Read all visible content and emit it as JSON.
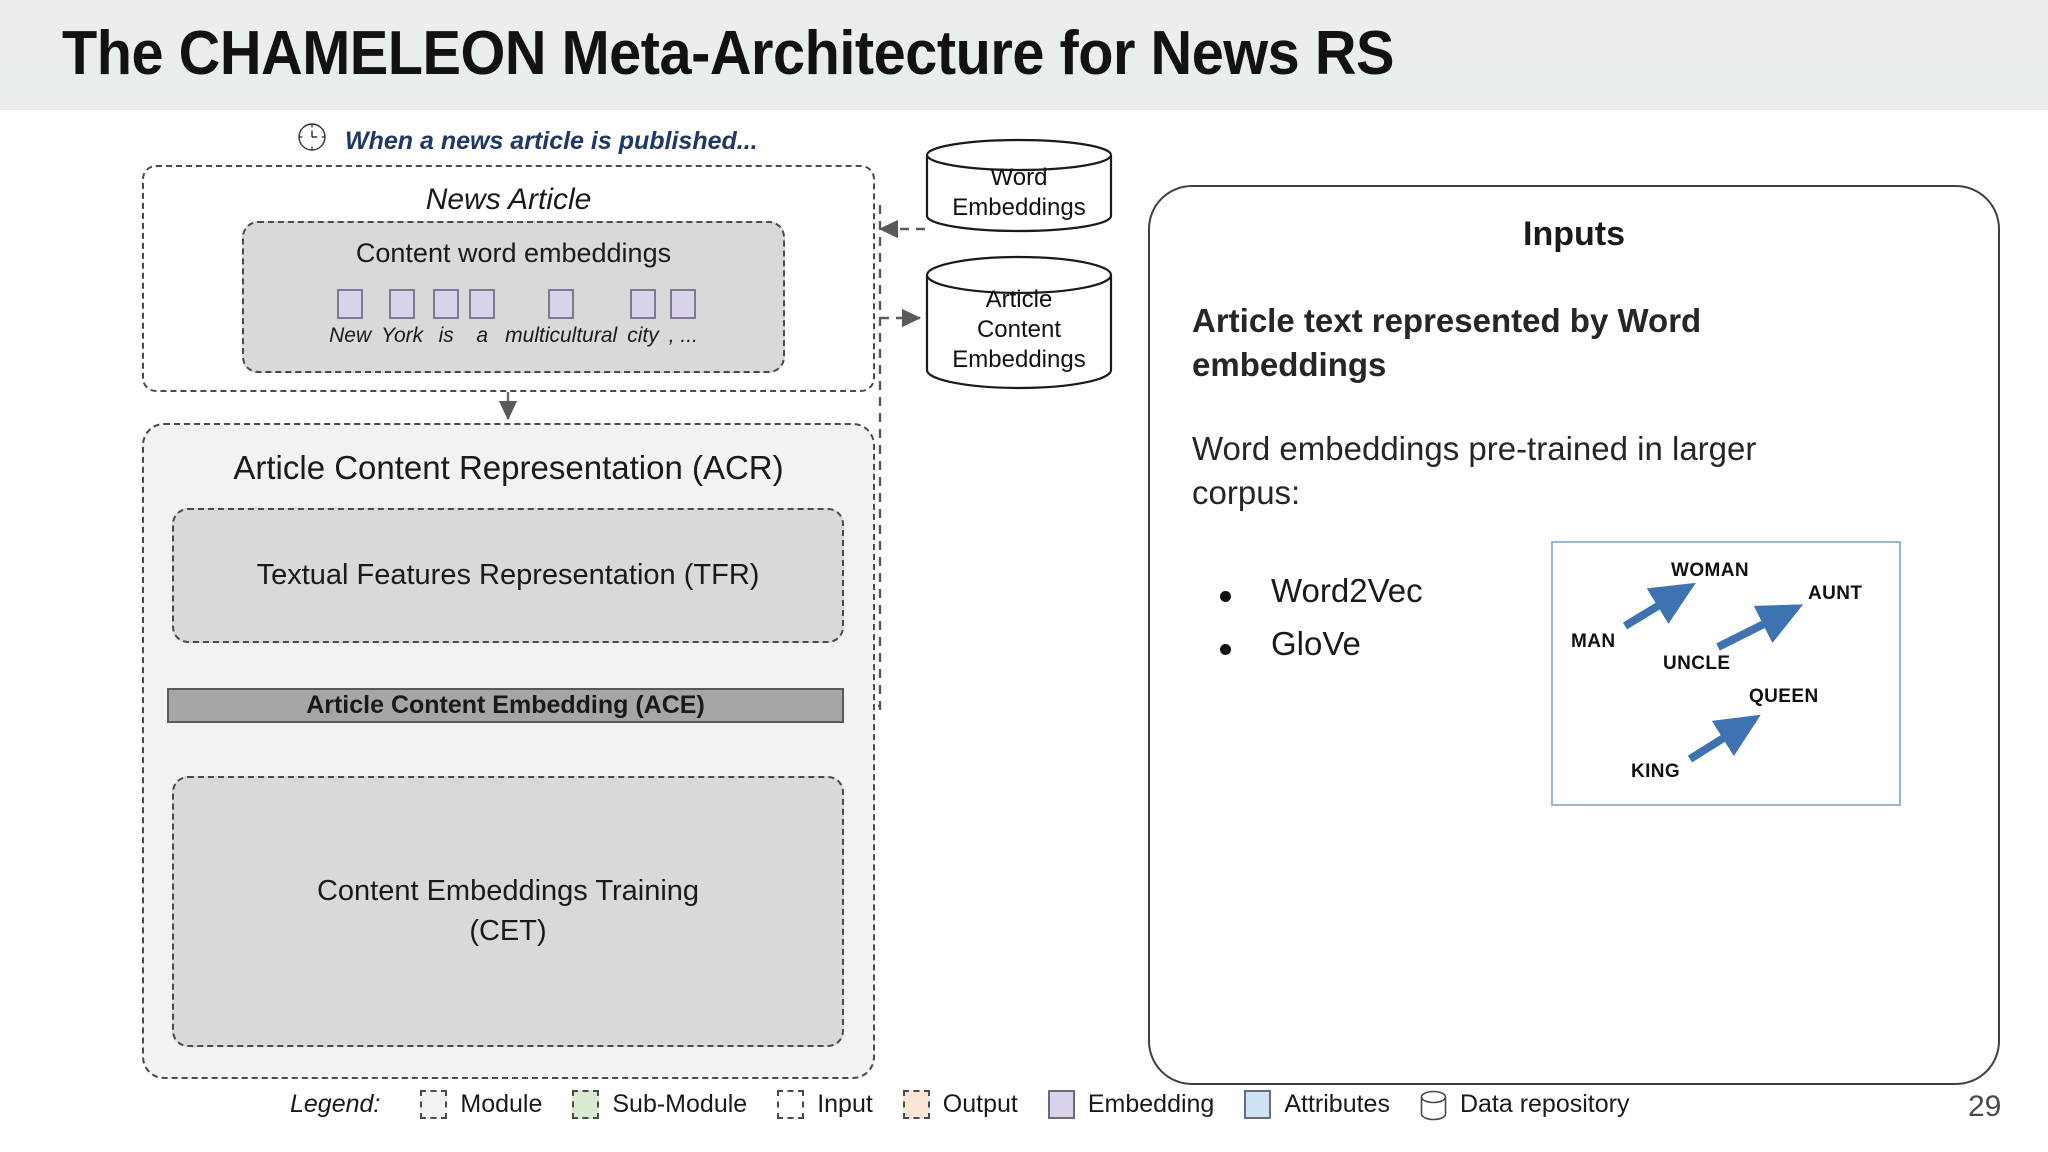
{
  "header": {
    "title": "The CHAMELEON Meta-Architecture for News RS",
    "background_color": "#e9eeec"
  },
  "timeline_note": {
    "icon": "clock-icon",
    "text": "When a news article is published...",
    "color": "#1f3864"
  },
  "diagram": {
    "news_article": {
      "title": "News Article",
      "content_word_embeddings": {
        "title": "Content word embeddings",
        "tokens": [
          {
            "word": "New",
            "has_square": true
          },
          {
            "word": "York",
            "has_square": true
          },
          {
            "word": "is",
            "has_square": true
          },
          {
            "word": "a",
            "has_square": true
          },
          {
            "word": "multicultural",
            "has_square": true
          },
          {
            "word": "city",
            "has_square": true
          },
          {
            "word": ", ...",
            "has_square": true
          }
        ],
        "embedding_color": "#d9d2ea"
      }
    },
    "acr_module": {
      "title": "Article Content Representation (ACR)",
      "tfr": "Textual Features Representation (TFR)",
      "ace": "Article Content Embedding (ACE)",
      "cet_line1": "Content Embeddings Training",
      "cet_line2": "(CET)"
    },
    "repositories": [
      {
        "name": "word-embeddings-repository",
        "line1": "Word",
        "line2": "Embeddings",
        "line3": ""
      },
      {
        "name": "article-content-embeddings-repository",
        "line1": "Article",
        "line2": "Content",
        "line3": "Embeddings"
      }
    ]
  },
  "inputs_panel": {
    "heading": "Inputs",
    "paragraph_1": "Article text represented by Word embeddings",
    "paragraph_2": "Word embeddings pre-trained in larger corpus:",
    "bullets": [
      "Word2Vec",
      "GloVe"
    ],
    "word2vec_figure": {
      "border_color": "#9cb7d4",
      "arrow_color": "#3f72b0",
      "words": [
        "MAN",
        "WOMAN",
        "UNCLE",
        "AUNT",
        "KING",
        "QUEEN"
      ],
      "analogies": [
        {
          "from": "MAN",
          "to": "WOMAN"
        },
        {
          "from": "UNCLE",
          "to": "AUNT"
        },
        {
          "from": "KING",
          "to": "QUEEN"
        }
      ]
    }
  },
  "legend": {
    "caption": "Legend:",
    "items": [
      {
        "label": "Module",
        "style": "dashed",
        "fill": "#f2f2f2"
      },
      {
        "label": "Sub-Module",
        "style": "dashed",
        "fill": "#d9ead3"
      },
      {
        "label": "Input",
        "style": "dashed",
        "fill": "#ffffff"
      },
      {
        "label": "Output",
        "style": "dashed",
        "fill": "#fce5d6"
      },
      {
        "label": "Embedding",
        "style": "solid",
        "fill": "#d9d2ea"
      },
      {
        "label": "Attributes",
        "style": "solid",
        "fill": "#cfe2f3"
      },
      {
        "label": "Data repository",
        "style": "cylinder",
        "fill": "#ffffff"
      }
    ]
  },
  "footer": {
    "page_number": "29"
  }
}
